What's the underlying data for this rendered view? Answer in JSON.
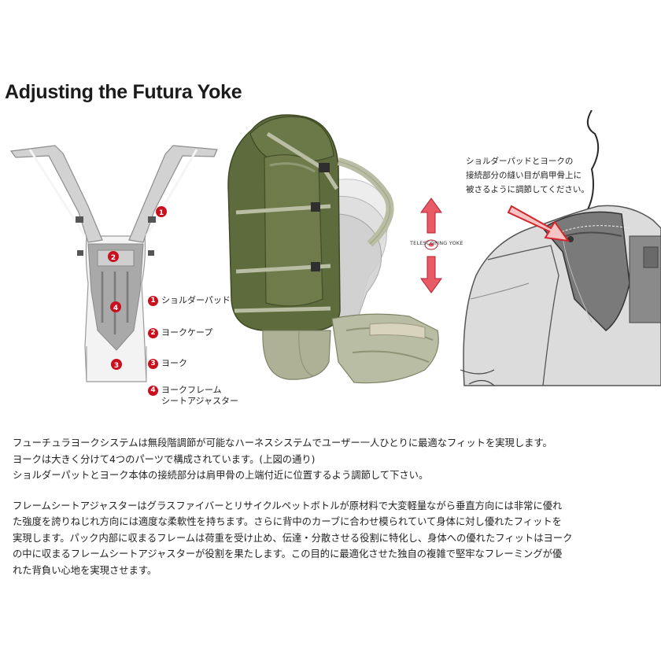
{
  "title": "Adjusting the Futura Yoke",
  "legend": [
    {
      "num": "1",
      "label": "ショルダーパッド"
    },
    {
      "num": "2",
      "label": "ヨークケープ"
    },
    {
      "num": "3",
      "label": "ヨーク"
    },
    {
      "num": "4",
      "label": "ヨークフレーム",
      "label2": "シートアジャスター"
    }
  ],
  "harness_markers": [
    "1",
    "2",
    "4",
    "3"
  ],
  "telescoping_label": "TELESCOPING YOKE",
  "note_lines": [
    "ショルダーパッドとヨークの",
    "接続部分の縫い目が肩甲骨上に",
    "被さるように調節してください。"
  ],
  "paragraph1": [
    "フューチュラヨークシステムは無段階調節が可能なハーネスシステムでユーザー一人ひとりに最適なフィットを実現します。",
    "ヨークは大きく分けて4つのパーツで構成されています。(上図の通り)",
    "ショルダーパットとヨーク本体の接続部分は肩甲骨の上端付近に位置するよう調節して下さい。"
  ],
  "paragraph2": [
    "フレームシートアジャスターはグラスファイバーとリサイクルペットボトルが原材料で大変軽量ながら垂直方向には非常に優れ",
    "た強度を誇りねじれ方向には適度な柔軟性を持ちます。さらに背中のカーブに合わせ模られていて身体に対し優れたフィットを",
    "実現します。パック内部に収まるフレームは荷重を受け止め、伝達・分散させる役割に特化し、身体への優れたフィットはヨーク",
    "の中に収まるフレームシートアジャスターが役割を果たします。この目的に最適化させた独自の複雑で堅牢なフレーミングが優",
    "れた背負い心地を実現させます。"
  ],
  "colors": {
    "marker_red": "#c8101e",
    "pack_green": "#5e6b3c",
    "pack_light": "#b9bda3",
    "harness_gray": "#c4c4c4",
    "arrow_red": "#d3262c"
  }
}
